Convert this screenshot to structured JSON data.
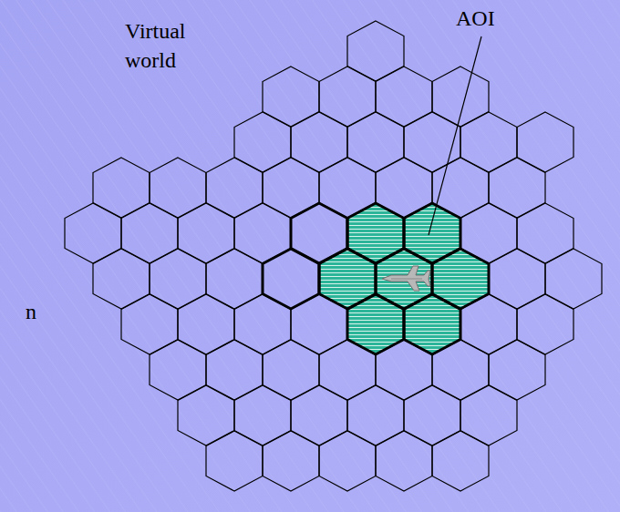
{
  "diagram": {
    "labels": [
      "Virtual world",
      "AOI",
      "n"
    ]
  }
}
